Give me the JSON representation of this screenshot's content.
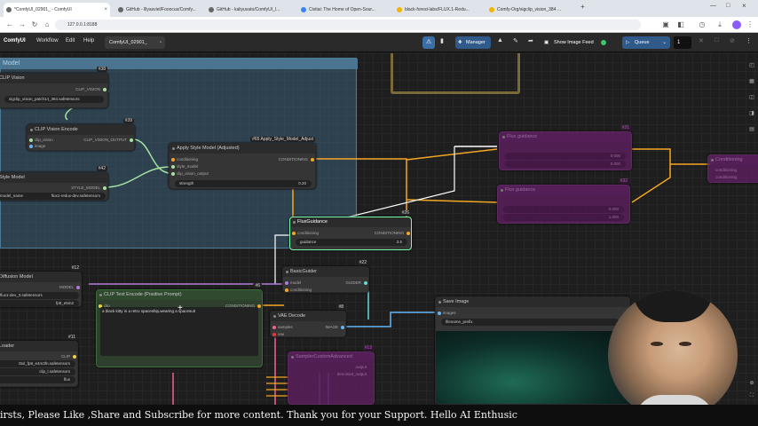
{
  "browser": {
    "tabs": [
      {
        "title": "*ComfyUI_02901_ - ComfyUI"
      },
      {
        "title": "GitHub - lllyasviel/Fooocus/Comfy..."
      },
      {
        "title": "GitHub - kaliyuvato/ComfyUI_l..."
      },
      {
        "title": "Civitai: The Home of Open-Sour..."
      },
      {
        "title": "black-forest-labs/FLUX.1-Redu..."
      },
      {
        "title": "Comfy-Org/sigclip_vision_384 ..."
      }
    ],
    "url": "127.0.0.1:8188"
  },
  "menubar": {
    "logo": "ComfyUI",
    "items": [
      "Workflow",
      "Edit",
      "Help"
    ],
    "workflow_tab": "ComfyUI_02901_",
    "manager_label": "Manager",
    "feed_label": "Show Image Feed",
    "queue_label": "Queue",
    "queue_count": "1"
  },
  "canvas": {
    "group_title": "Model",
    "nodes": {
      "clip_vision_loader": {
        "id": "#38",
        "title": "CLIP Vision",
        "output": "CLIP_VISION",
        "widget": "sigclip_vision_patch14_384.safetensors"
      },
      "clip_vision_encode": {
        "id": "#39",
        "title": "CLIP Vision Encode",
        "inputs": [
          "clip_vision",
          "image"
        ],
        "output": "CLIP_VISION_OUTPUT"
      },
      "style_model_loader": {
        "id": "#42",
        "title": "Style Model",
        "output": "STYLE_MODEL",
        "widget_label": "model_name",
        "widget_value": "flux1-redux-dev.safetensors"
      },
      "apply_style": {
        "id": "#65 Apply_Style_Model_Adjust",
        "title": "Apply Style Model (Adjusted)",
        "inputs": [
          "conditioning",
          "style_model",
          "clip_vision_output"
        ],
        "output": "CONDITIONING",
        "widget_label": "strength",
        "widget_value": "0.20"
      },
      "flux_guidance": {
        "id": "#26",
        "title": "FluxGuidance",
        "input": "conditioning",
        "output": "CONDITIONING",
        "widget_label": "guidance",
        "widget_value": "3.5"
      },
      "basic_guider": {
        "id": "#22",
        "title": "BasicGuider",
        "inputs": [
          "model",
          "conditioning"
        ],
        "output": "GUIDER"
      },
      "clip_text_encode": {
        "id": "#6",
        "title": "CLIP Text Encode (Positive Prompt)",
        "input": "clip",
        "output": "CONDITIONING",
        "prompt": "a black kitty in a retro spaceship,wearing a spacesuit"
      },
      "vae_decode": {
        "id": "#8",
        "title": "VAE Decode",
        "inputs": [
          "samples",
          "vae"
        ],
        "output": "IMAGE"
      },
      "save_image": {
        "id": "#9",
        "title": "Save Image",
        "input": "images",
        "widget_label": "filename_prefix"
      },
      "unet_loader": {
        "id": "#12",
        "title": "Diffusion Model",
        "output": "MODEL",
        "widget_value": "flux1-dev_3.safetensors",
        "dtype": "fp8_e5m2"
      },
      "dual_clip": {
        "id": "#11",
        "title": "Loader",
        "output": "CLIP",
        "widget1": "t5xl_fp8_e4m3fn.safetensors",
        "widget2": "clip_l.safetensors",
        "widget3": "flux"
      },
      "purple_a": {
        "id": "#31",
        "title": "Flux guidance",
        "vals": [
          "0.000",
          "0.000"
        ]
      },
      "purple_b": {
        "id": "#32",
        "title": "Flux guidance",
        "vals": [
          "0.000",
          "1.000"
        ]
      },
      "purple_c": {
        "id": "#13",
        "title": "SamplerCustomAdvanced",
        "outputs": [
          "output",
          "denoised_output"
        ]
      },
      "purple_d": {
        "title": "Conditioning",
        "rows": [
          "conditioning",
          "conditioning"
        ]
      }
    }
  },
  "subtitle": "irsts, Please Like ,Share and Subscribe for more content. Thank you for your Support.        Hello AI Enthusic",
  "colors": {
    "conditioning": "#f5a623",
    "clip": "#f5d142",
    "model": "#b27ad8",
    "image": "#64b5f6",
    "vision": "#a6e3a1",
    "guider": "#66d9d9",
    "latent": "#f06292"
  }
}
